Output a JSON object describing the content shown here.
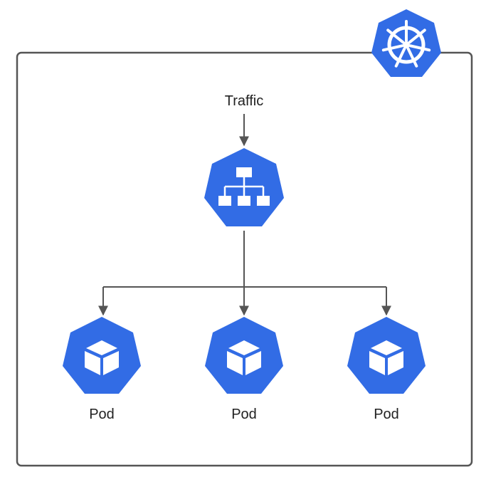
{
  "diagram": {
    "traffic_label": "Traffic",
    "pods": [
      {
        "label": "Pod",
        "icon": "cube-icon"
      },
      {
        "label": "Pod",
        "icon": "cube-icon"
      },
      {
        "label": "Pod",
        "icon": "cube-icon"
      }
    ],
    "service_icon": "network-hierarchy-icon",
    "cluster_icon": "kubernetes-helm-wheel-icon"
  },
  "colors": {
    "kubernetes_blue": "#326CE5",
    "icon_white": "#ffffff",
    "border": "#555555",
    "arrow": "#555555",
    "text": "#222222"
  }
}
